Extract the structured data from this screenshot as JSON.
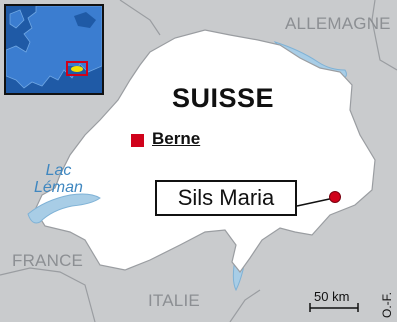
{
  "colors": {
    "neighbor_land": "#c9cbcd",
    "switzerland": "#ffffff",
    "borders": "#9a9da1",
    "water": "#a8cde6",
    "lake_label": "#3f87c0",
    "marker": "#d0021b",
    "inset_sea": "#1f5aa6",
    "inset_land": "#3b7dd0",
    "inset_highlight": "#f2e100",
    "inset_frame": "#d0021b"
  },
  "labels": {
    "germany": "ALLEMAGNE",
    "france": "FRANCE",
    "italy": "ITALIE",
    "country": "SUISSE",
    "capital": "Berne",
    "lake_line1": "Lac",
    "lake_line2": "Léman",
    "location": "Sils Maria"
  },
  "scale": {
    "label": "50 km"
  },
  "credit": "O.-F.",
  "icons": {
    "capital_marker": "red-square-icon",
    "location_marker": "red-dot-icon"
  }
}
